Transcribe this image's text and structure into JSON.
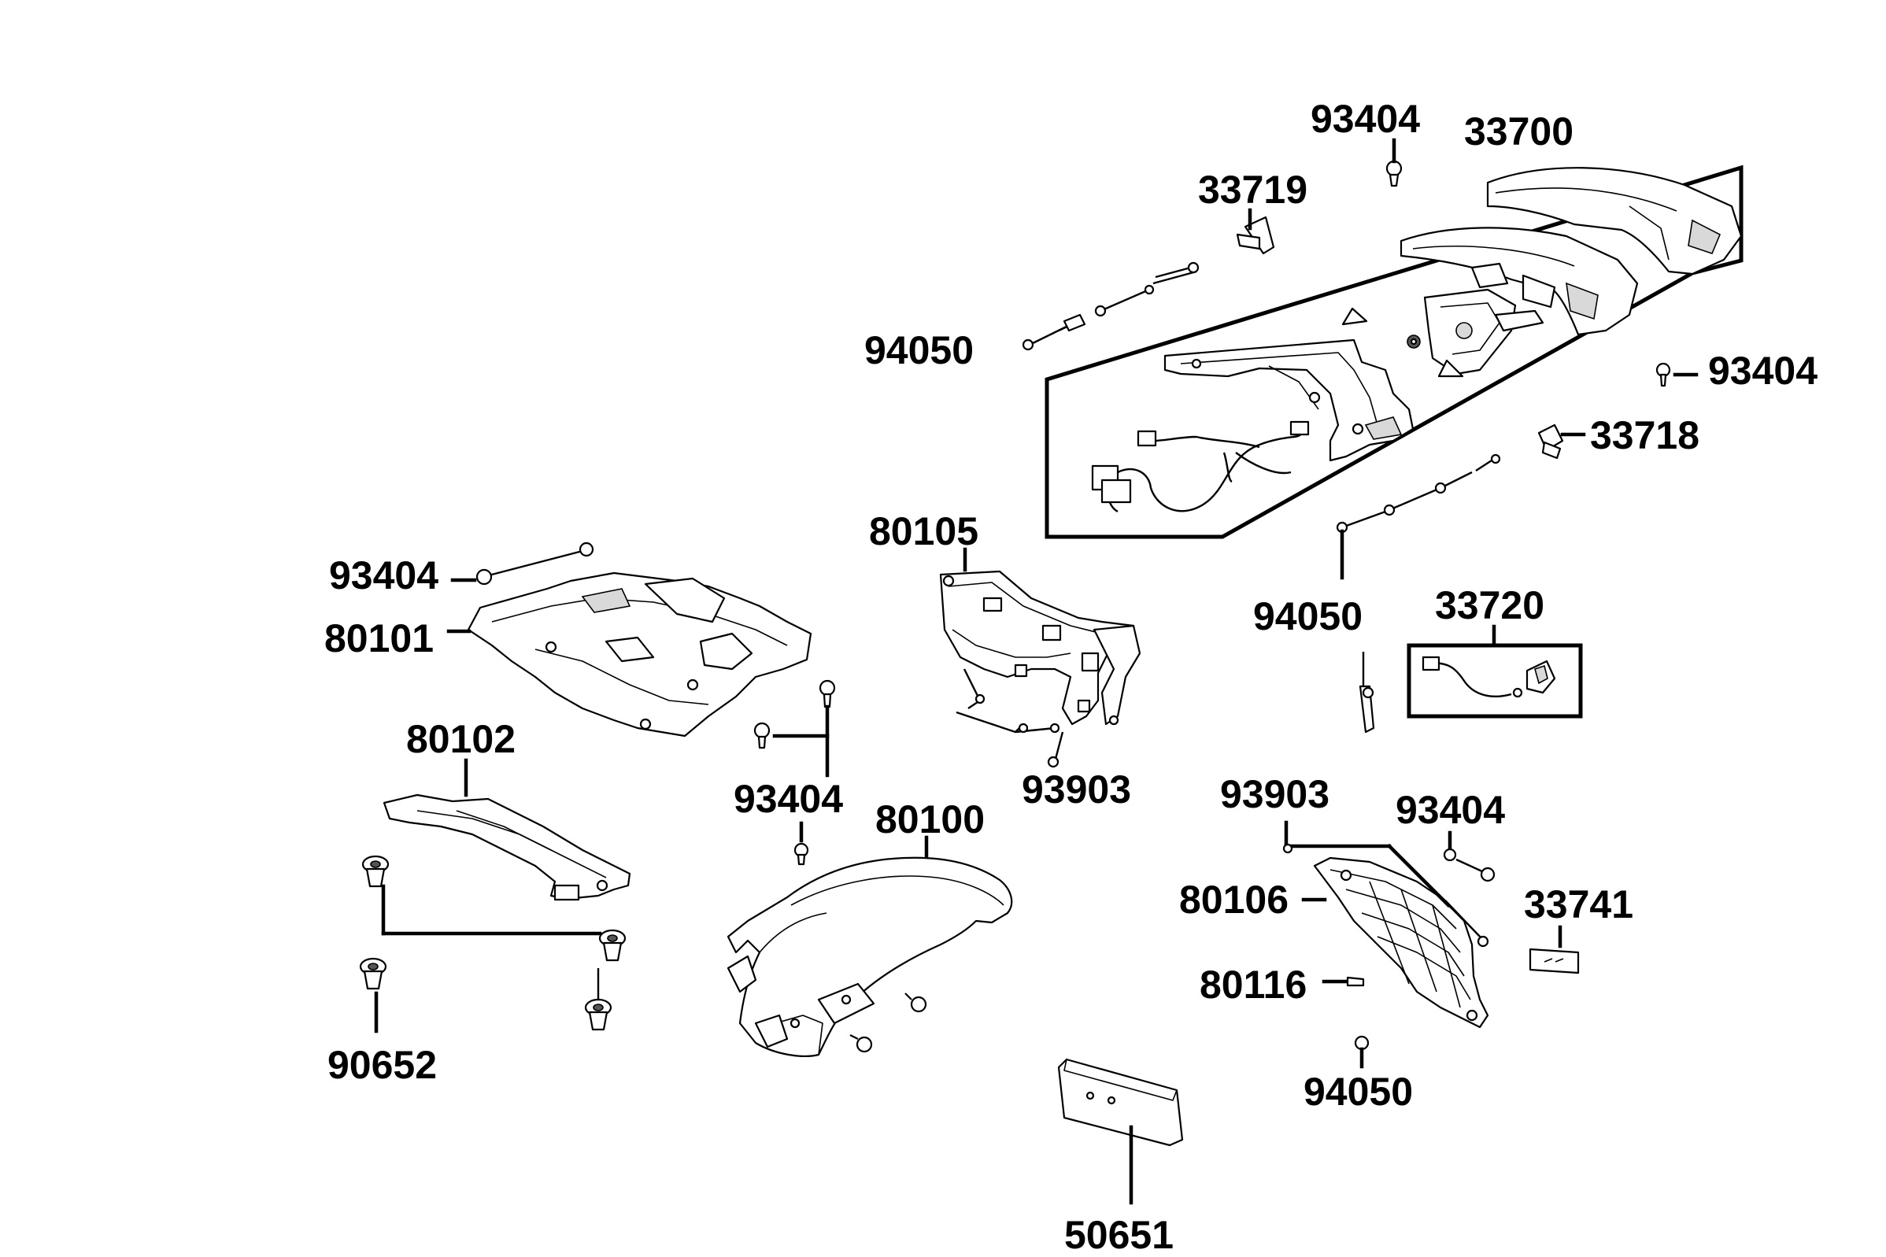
{
  "diagram": {
    "labels": {
      "l_93404_top": "93404",
      "l_33700": "33700",
      "l_33719": "33719",
      "l_94050_top": "94050",
      "l_93404_right": "93404",
      "l_33718": "33718",
      "l_80105": "80105",
      "l_94050_mid": "94050",
      "l_33720": "33720",
      "l_93404_left": "93404",
      "l_80101": "80101",
      "l_80102": "80102",
      "l_93404_center": "93404",
      "l_93903_center": "93903",
      "l_80100": "80100",
      "l_93903_right": "93903",
      "l_93404_lower": "93404",
      "l_80106": "80106",
      "l_33741": "33741",
      "l_80116": "80116",
      "l_94050_bottom": "94050",
      "l_90652": "90652",
      "l_50651": "50651"
    }
  }
}
